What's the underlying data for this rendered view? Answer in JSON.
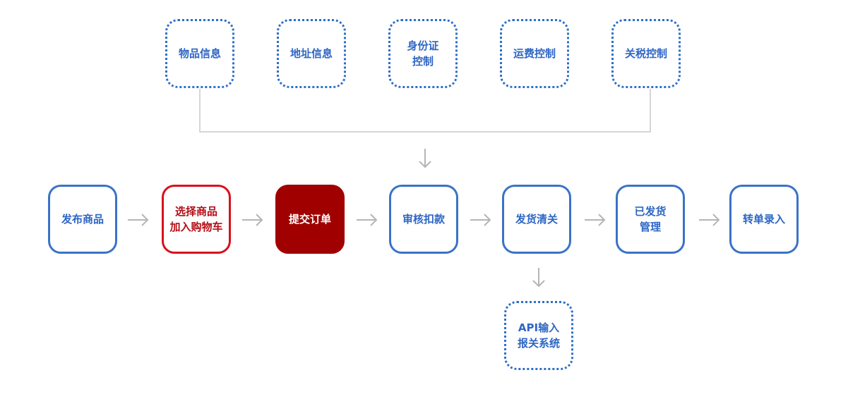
{
  "top_nodes": [
    {
      "label": "物品信息"
    },
    {
      "label": "地址信息"
    },
    {
      "label": "身份证\n控制"
    },
    {
      "label": "运费控制"
    },
    {
      "label": "关税控制"
    }
  ],
  "flow_nodes": [
    {
      "label": "发布商品"
    },
    {
      "label": "选择商品\n加入购物车"
    },
    {
      "label": "提交订单"
    },
    {
      "label": "审核扣款"
    },
    {
      "label": "发货清关"
    },
    {
      "label": "已发货\n管理"
    },
    {
      "label": "转单录入"
    }
  ],
  "bottom_node": {
    "label": "API输入\n报关系统"
  },
  "colors": {
    "blue": "#2e66c4",
    "red": "#d8101c",
    "dark_red": "#a00000",
    "connector": "#c8c8c8"
  }
}
